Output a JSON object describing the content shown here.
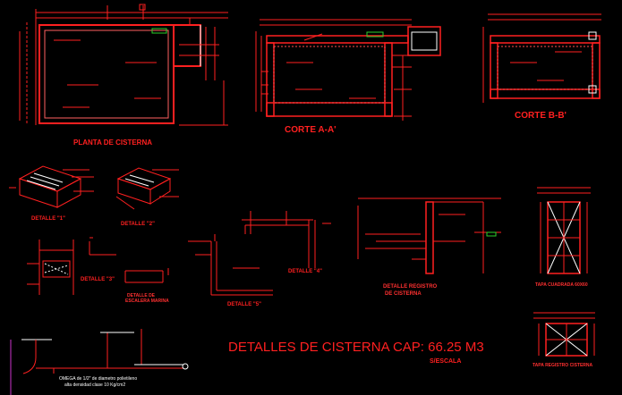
{
  "drawing": {
    "title": "DETALLES DE CISTERNA CAP: 66.25 M3",
    "subtitle": "S/ESCALA",
    "labels": {
      "planta": "PLANTA DE CISTERNA",
      "corte_aa": "CORTE A-A'",
      "corte_bb": "CORTE B-B'",
      "detalle_1": "DETALLE \"1\"",
      "detalle_2": "DETALLE \"2\"",
      "detalle_3": "DETALLE \"3\"",
      "detalle_4": "DETALLE \"4\"",
      "detalle_5": "DETALLE \"5\"",
      "detalle_escalera_line1": "DETALLE DE",
      "detalle_escalera_line2": "ESCALERA MARINA",
      "detalle_registro_line1": "DETALLE REGISTRO",
      "detalle_registro_line2": "DE CISTERNA",
      "tapa_cuadrada": "TAPA CUADRADA 60X60",
      "tapa_registro": "TAPA REGISTRO CISTERNA",
      "note_line1": "OMEGA de 1/2\" de diametro polietileno",
      "note_line2": "alta densidad clase 10 Kg/cm2"
    },
    "colors": {
      "background": "#000000",
      "primary_red": "#ff2020",
      "line_white": "#ffffff",
      "accent_green": "#2bd12b",
      "accent_magenta": "#cc33cc"
    }
  }
}
